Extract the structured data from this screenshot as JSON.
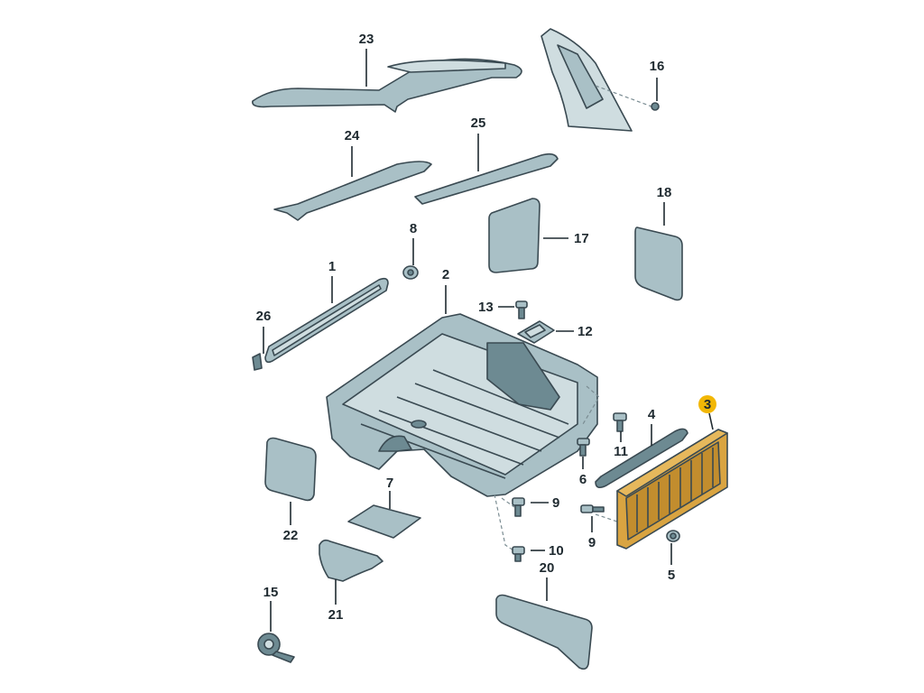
{
  "diagram": {
    "highlight_color": "#f2b705",
    "part_color": "#a9c0c6",
    "highlighted_part_color": "#d9a441",
    "callouts": [
      {
        "id": "1",
        "label": "1"
      },
      {
        "id": "2",
        "label": "2"
      },
      {
        "id": "3",
        "label": "3",
        "highlighted": true
      },
      {
        "id": "4",
        "label": "4"
      },
      {
        "id": "5",
        "label": "5"
      },
      {
        "id": "6",
        "label": "6"
      },
      {
        "id": "7",
        "label": "7"
      },
      {
        "id": "8",
        "label": "8"
      },
      {
        "id": "9a",
        "label": "9"
      },
      {
        "id": "9b",
        "label": "9"
      },
      {
        "id": "10",
        "label": "10"
      },
      {
        "id": "11",
        "label": "11"
      },
      {
        "id": "12",
        "label": "12"
      },
      {
        "id": "13",
        "label": "13"
      },
      {
        "id": "15",
        "label": "15"
      },
      {
        "id": "16",
        "label": "16"
      },
      {
        "id": "17",
        "label": "17"
      },
      {
        "id": "18",
        "label": "18"
      },
      {
        "id": "20",
        "label": "20"
      },
      {
        "id": "21",
        "label": "21"
      },
      {
        "id": "22",
        "label": "22"
      },
      {
        "id": "23",
        "label": "23"
      },
      {
        "id": "24",
        "label": "24"
      },
      {
        "id": "25",
        "label": "25"
      },
      {
        "id": "26",
        "label": "26"
      }
    ]
  }
}
